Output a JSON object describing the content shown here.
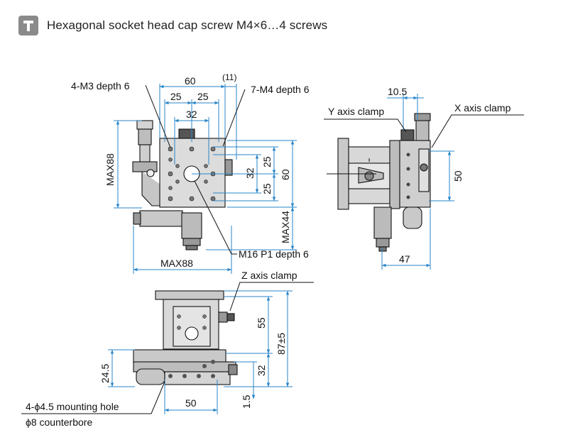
{
  "header": {
    "icon": "screw-icon",
    "text": "Hexagonal socket head cap screw M4×6…4 screws"
  },
  "top_view": {
    "dim_60": "60",
    "dim_11": "(11)",
    "dim_25_left": "25",
    "dim_25_right": "25",
    "dim_32_top": "32",
    "dim_max88_vertical": "MAX88",
    "dim_max88_horizontal": "MAX88",
    "dim_32_right": "32",
    "dim_25_right_upper": "25",
    "dim_25_right_lower": "25",
    "dim_60_right": "60",
    "dim_max44": "MAX44",
    "label_4m3": "4-M3 depth 6",
    "label_7m4": "7-M4 depth 6",
    "label_m16": "M16 P1 depth 6"
  },
  "side_view": {
    "dim_10_5": "10.5",
    "label_y_clamp": "Y axis clamp",
    "label_x_clamp": "X axis clamp",
    "dim_50": "50",
    "dim_47": "47"
  },
  "front_view": {
    "label_z_clamp": "Z axis clamp",
    "dim_55": "55",
    "dim_87": "87±5",
    "dim_32": "32",
    "dim_24_5": "24.5",
    "dim_50": "50",
    "dim_1_5": "1.5",
    "label_mounting_1": "4-ϕ4.5 mounting hole",
    "label_mounting_2": "ϕ8 counterbore"
  }
}
